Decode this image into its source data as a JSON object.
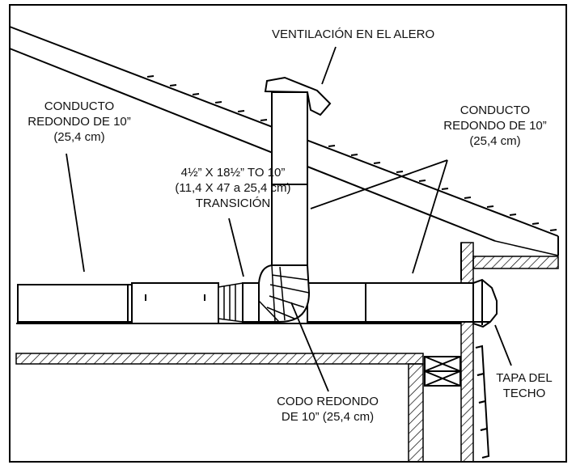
{
  "labels": {
    "eave_vent": "VENTILACIÓN EN EL ALERO",
    "duct_left": [
      "CONDUCTO",
      "REDONDO DE 10”",
      "(25,4 cm)"
    ],
    "duct_right": [
      "CONDUCTO",
      "REDONDO DE 10”",
      "(25,4 cm)"
    ],
    "transition": [
      "4½” X 18½” TO 10”",
      "(11,4 X 47 a 25,4 cm)",
      "TRANSICIÓN"
    ],
    "elbow": [
      "CODO REDONDO",
      "DE 10” (25,4 cm)"
    ],
    "roof_cap": [
      "TAPA DEL",
      "TECHO"
    ]
  }
}
